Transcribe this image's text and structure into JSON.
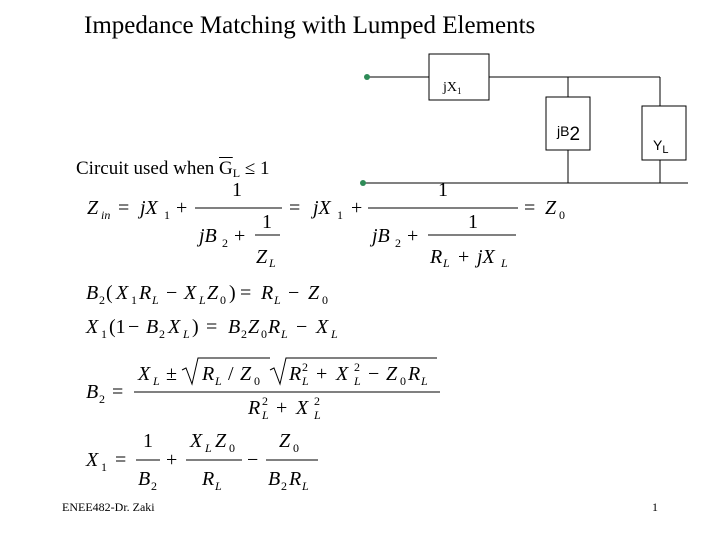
{
  "title": "Impedance Matching with Lumped Elements",
  "caption": {
    "prefix": "Circuit  used when ",
    "var": "G",
    "sub": "L",
    "suffix": " ≤ 1"
  },
  "circuit": {
    "series_label_main": "jX",
    "series_label_sub": "1",
    "shunt_label_main": "jB",
    "shunt_label_sub": "2",
    "load_label_main": "Y",
    "load_label_sub": "L",
    "terminal_color": "#2e8b57"
  },
  "footer": {
    "left": "ENEE482-Dr. Zaki",
    "right": "1"
  }
}
